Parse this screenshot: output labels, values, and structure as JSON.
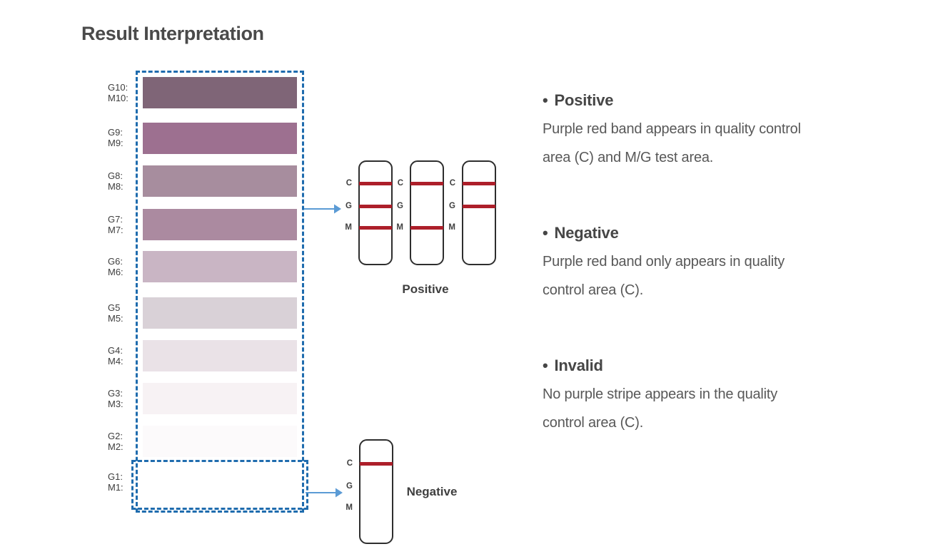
{
  "title": "Result Interpretation",
  "colors": {
    "dash_blue": "#1f6cae",
    "arrow_blue": "#5b9bd5",
    "band_red": "#ad1f2a",
    "strip_border": "#2e2e2e",
    "heading_text": "#464646",
    "body_text": "#585858"
  },
  "gradient": {
    "rows": [
      {
        "g": "G10:",
        "m": "M10:",
        "color": "#7f6577"
      },
      {
        "g": "G9:",
        "m": "M9:",
        "color": "#9d7090"
      },
      {
        "g": "G8:",
        "m": "M8:",
        "color": "#a78d9e"
      },
      {
        "g": "G7:",
        "m": "M7:",
        "color": "#ab8aa0"
      },
      {
        "g": "G6:",
        "m": "M6:",
        "color": "#c9b5c4"
      },
      {
        "g": "G5",
        "m": "M5:",
        "color": "#d9d1d7"
      },
      {
        "g": "G4:",
        "m": "M4:",
        "color": "#eae2e7"
      },
      {
        "g": "G3:",
        "m": "M3:",
        "color": "#f7f2f4"
      },
      {
        "g": "G2:",
        "m": "M2:",
        "color": "#fcfafb"
      },
      {
        "g": "G1:",
        "m": "M1:",
        "color": "#ffffff"
      }
    ]
  },
  "strip_labels": [
    "C",
    "G",
    "M"
  ],
  "positive_group": {
    "caption": "Positive",
    "strips": [
      {
        "bands": [
          "C",
          "G",
          "M"
        ]
      },
      {
        "bands": [
          "C",
          "M"
        ]
      },
      {
        "bands": [
          "C",
          "G"
        ]
      }
    ]
  },
  "negative_group": {
    "caption": "Negative",
    "strips": [
      {
        "bands": [
          "C"
        ]
      }
    ]
  },
  "bullet": "•",
  "legend": [
    {
      "heading": "Positive",
      "lines": [
        "Purple red band appears in quality control",
        "area (C) and M/G test area."
      ]
    },
    {
      "heading": "Negative",
      "lines": [
        "Purple red band only appears in quality",
        "control area (C)."
      ]
    },
    {
      "heading": "Invalid",
      "lines": [
        "No purple stripe appears in the quality",
        "control area (C)."
      ]
    }
  ]
}
